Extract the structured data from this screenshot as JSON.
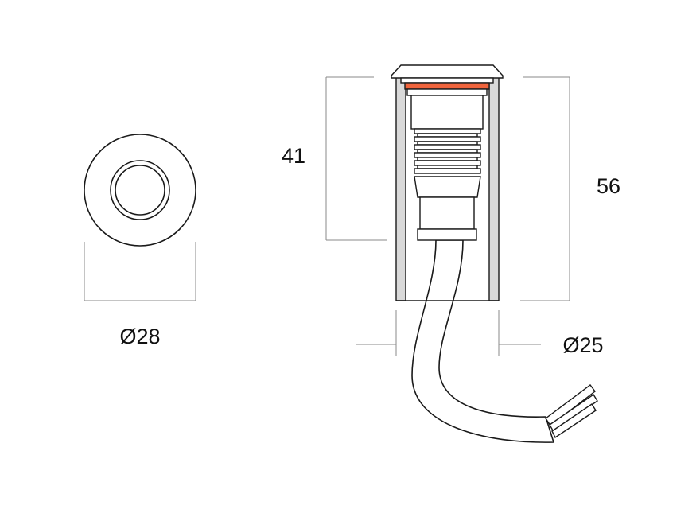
{
  "dimensions": {
    "top_view_diameter": "Ø28",
    "height_body": "41",
    "height_total": "56",
    "body_diameter": "Ø25"
  },
  "colors": {
    "outline": "#1a1a1a",
    "dimension_line": "#8a8a8a",
    "housing_fill": "#d9d9d9",
    "accent_ring": "#f0643c",
    "background": "#ffffff"
  }
}
